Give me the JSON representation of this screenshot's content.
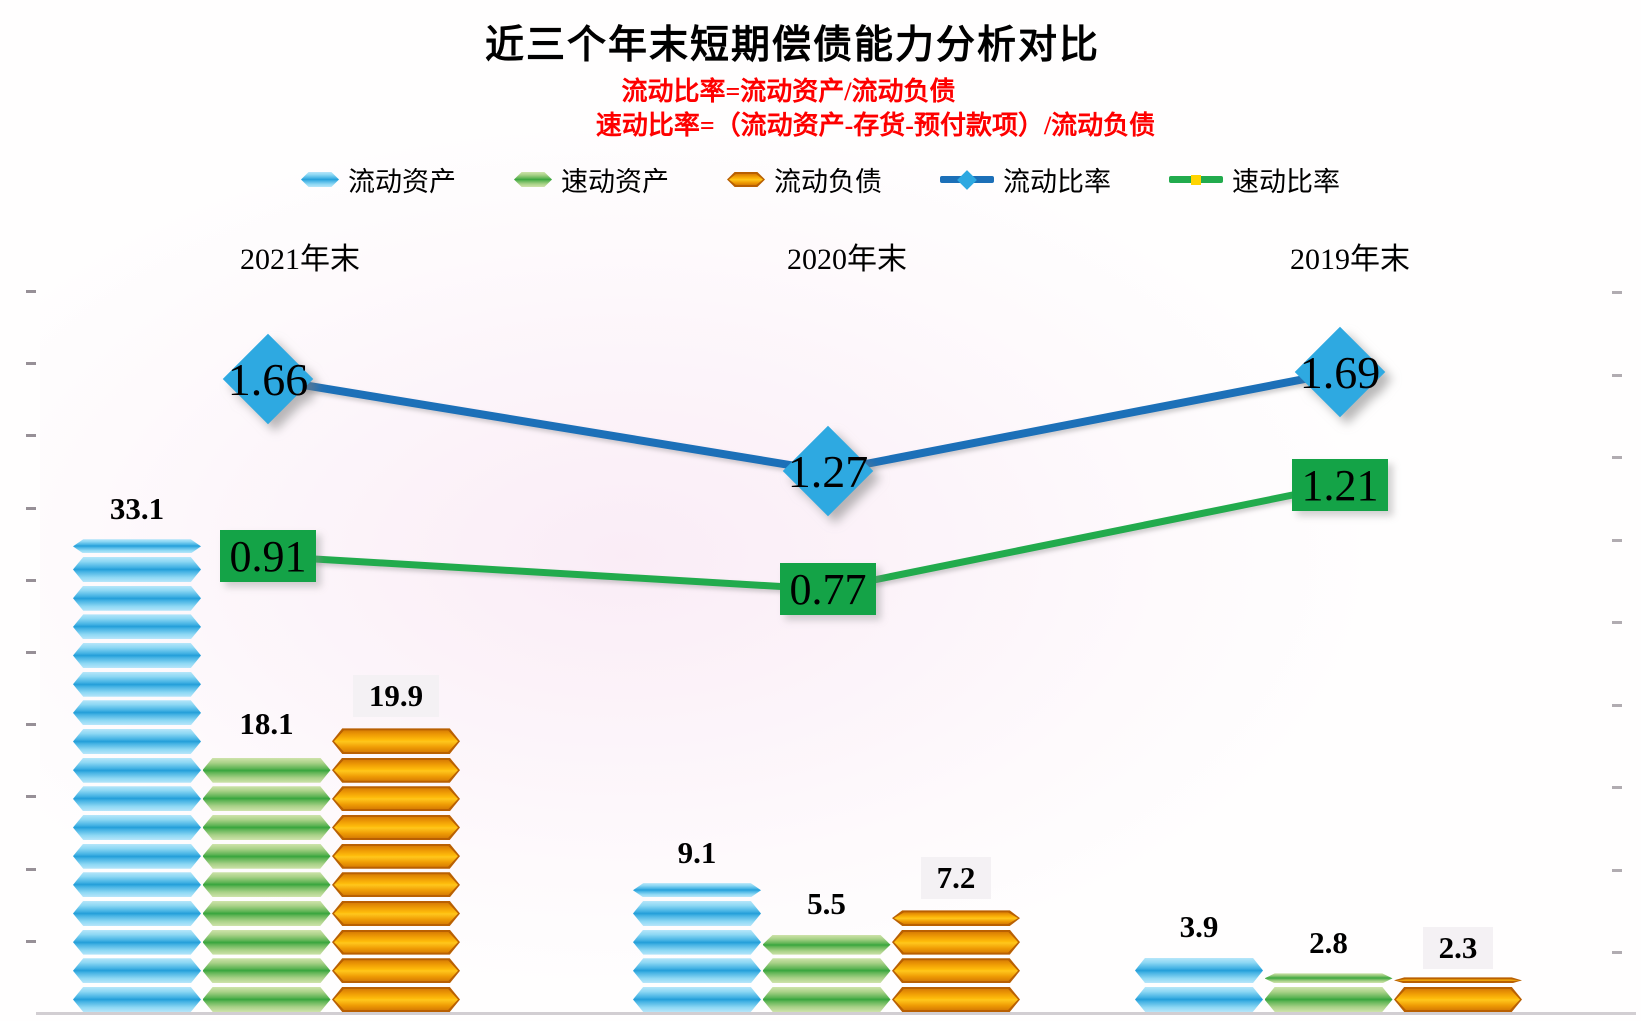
{
  "title": "近三个年末短期偿债能力分析对比",
  "subtitle_lines": [
    "流动比率=流动资产/流动负债",
    "速动比率=（流动资产-存货-预付款项）/流动负债"
  ],
  "accent_colors": {
    "subtitle_red": "#fe0000",
    "bar_blue": "#2fa9e0",
    "bar_green": "#5fb453",
    "bar_orange": "#f2a303",
    "line_blue": "#1c70b8",
    "line_green": "#22ab4d",
    "diamond_marker_fill": "#2ea9e1",
    "ratio_box_fill": "#14a347",
    "quick_ratio_legend_dot": "#ffd400",
    "liability_label_box": "#f4f1f4"
  },
  "chart_data": {
    "type": "combo-bar-line",
    "categories": [
      "2021年末",
      "2020年末",
      "2019年末"
    ],
    "bar_series": [
      {
        "id": "current-assets",
        "name": "流动资产",
        "values": [
          33.1,
          9.1,
          3.9
        ]
      },
      {
        "id": "quick-assets",
        "name": "速动资产",
        "values": [
          18.1,
          5.5,
          2.8
        ]
      },
      {
        "id": "current-liabilities",
        "name": "流动负债",
        "values": [
          19.9,
          7.2,
          2.3
        ]
      }
    ],
    "line_series": [
      {
        "id": "current-ratio",
        "name": "流动比率",
        "marker": "diamond",
        "values": [
          1.66,
          1.27,
          1.69
        ]
      },
      {
        "id": "quick-ratio",
        "name": "速动比率",
        "marker": "square",
        "values": [
          0.91,
          0.77,
          1.21
        ]
      }
    ],
    "value_axis": {
      "min": 0,
      "max": 50,
      "tick_step": 5,
      "tick_labels_visible": false
    },
    "ratio_axis": {
      "min": 0,
      "max": 2,
      "tick_labels_visible": false
    },
    "legend_position": "top",
    "gridlines": false
  }
}
